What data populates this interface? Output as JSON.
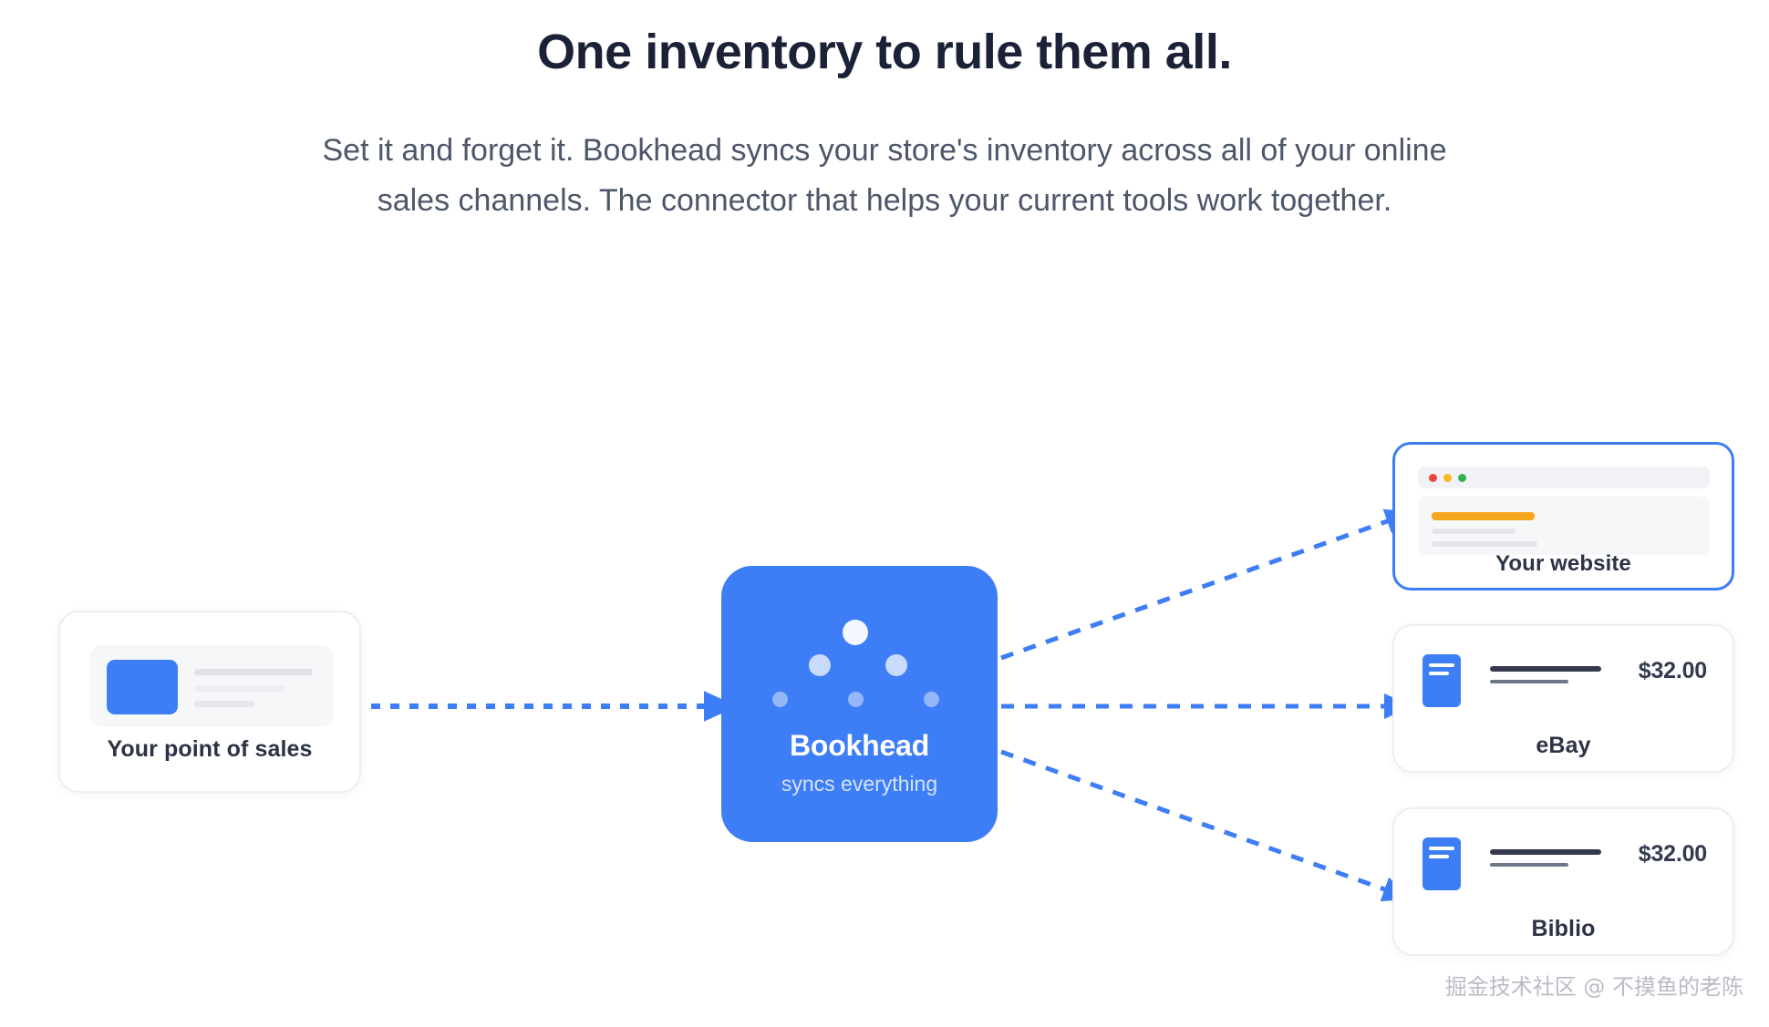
{
  "header": {
    "headline": "One inventory to rule them all.",
    "subtitle": "Set it and forget it. Bookhead syncs your store's inventory across all of your online sales channels. The connector that helps your current tools work together."
  },
  "colors": {
    "accent_blue": "#3d7df6",
    "headline_navy": "#1b2237",
    "body_gray": "#4d5769",
    "orange_bar": "#f6a71d",
    "card_border": "#edeef2",
    "panel_gray": "#f6f7f9",
    "traffic_red": "#e8453c",
    "traffic_yellow": "#f6b825",
    "traffic_green": "#2cb34a",
    "watermark_gray": "#b9bcc4"
  },
  "source_card": {
    "label": "Your point of sales",
    "icon": "product-thumbnail",
    "placeholder_lines": 3
  },
  "hub": {
    "title": "Bookhead",
    "subtitle": "syncs everything",
    "dot_rows": [
      1,
      2,
      3
    ]
  },
  "destinations": [
    {
      "id": "website",
      "label": "Your website",
      "type": "browser-preview",
      "highlighted": true,
      "traffic_lights": [
        "red",
        "yellow",
        "green"
      ],
      "accent_bar_color": "#f6a71d",
      "placeholder_lines": 2
    },
    {
      "id": "ebay",
      "label": "eBay",
      "type": "listing",
      "highlighted": false,
      "icon": "book-icon",
      "price": "$32.00"
    },
    {
      "id": "biblio",
      "label": "Biblio",
      "type": "listing",
      "highlighted": false,
      "icon": "book-icon",
      "price": "$32.00"
    }
  ],
  "connectors": {
    "style": "dashed-arrow",
    "color": "#3d7df6",
    "flows": [
      {
        "from": "Your point of sales",
        "to": "Bookhead"
      },
      {
        "from": "Bookhead",
        "to": "Your website"
      },
      {
        "from": "Bookhead",
        "to": "eBay"
      },
      {
        "from": "Bookhead",
        "to": "Biblio"
      }
    ]
  },
  "watermark": {
    "text": "掘金技术社区 @ 不摸鱼的老陈"
  }
}
